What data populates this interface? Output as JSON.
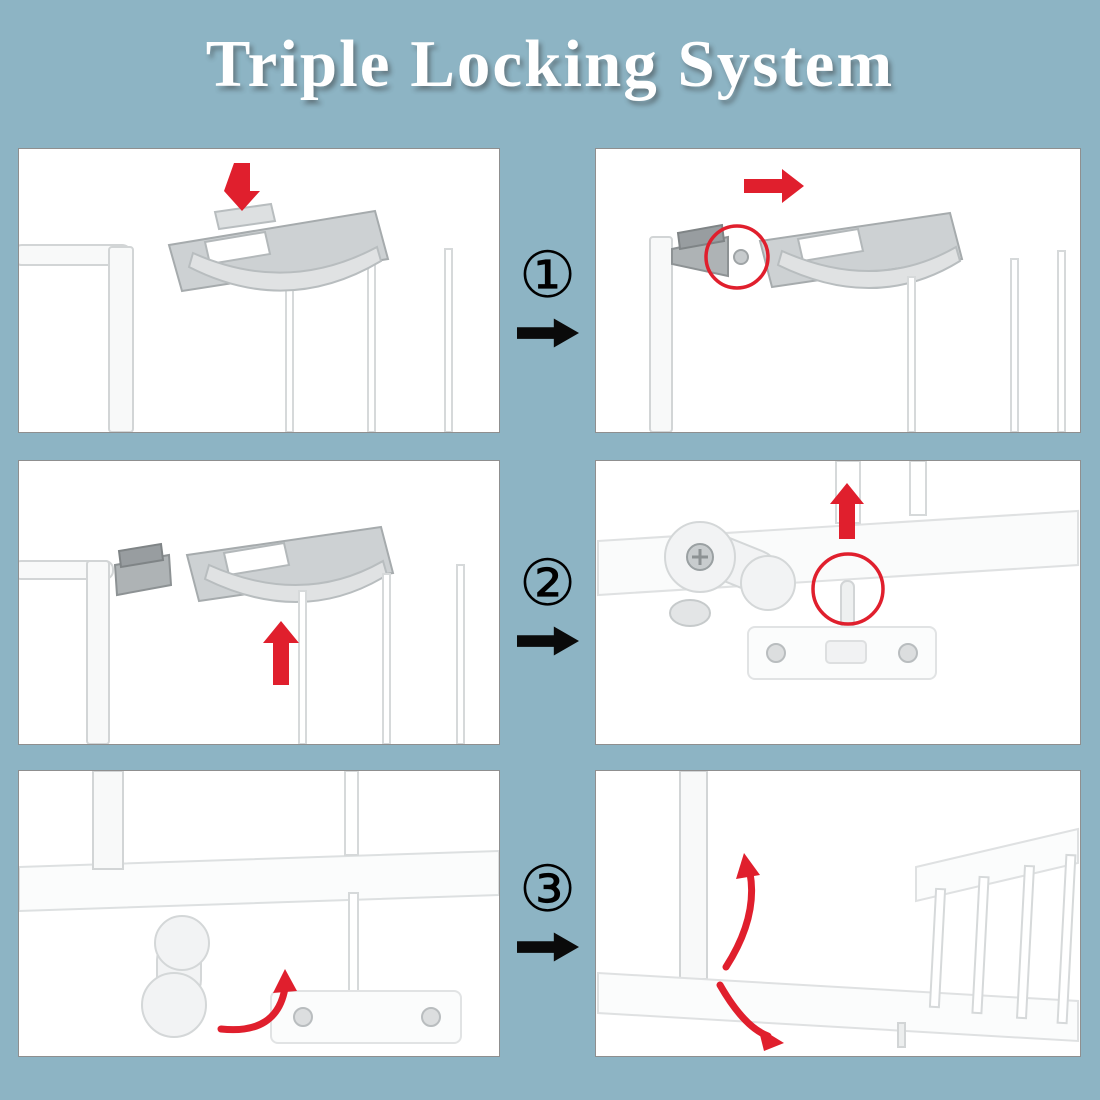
{
  "title": "Triple Locking System",
  "colors": {
    "background": "#8db4c4",
    "panel_bg": "#ffffff",
    "panel_border": "#8f8f8f",
    "accent_red": "#e01f2d",
    "ink": "#000000",
    "title_color": "#ffffff"
  },
  "steps": [
    {
      "number": "①"
    },
    {
      "number": "②"
    },
    {
      "number": "③"
    }
  ]
}
